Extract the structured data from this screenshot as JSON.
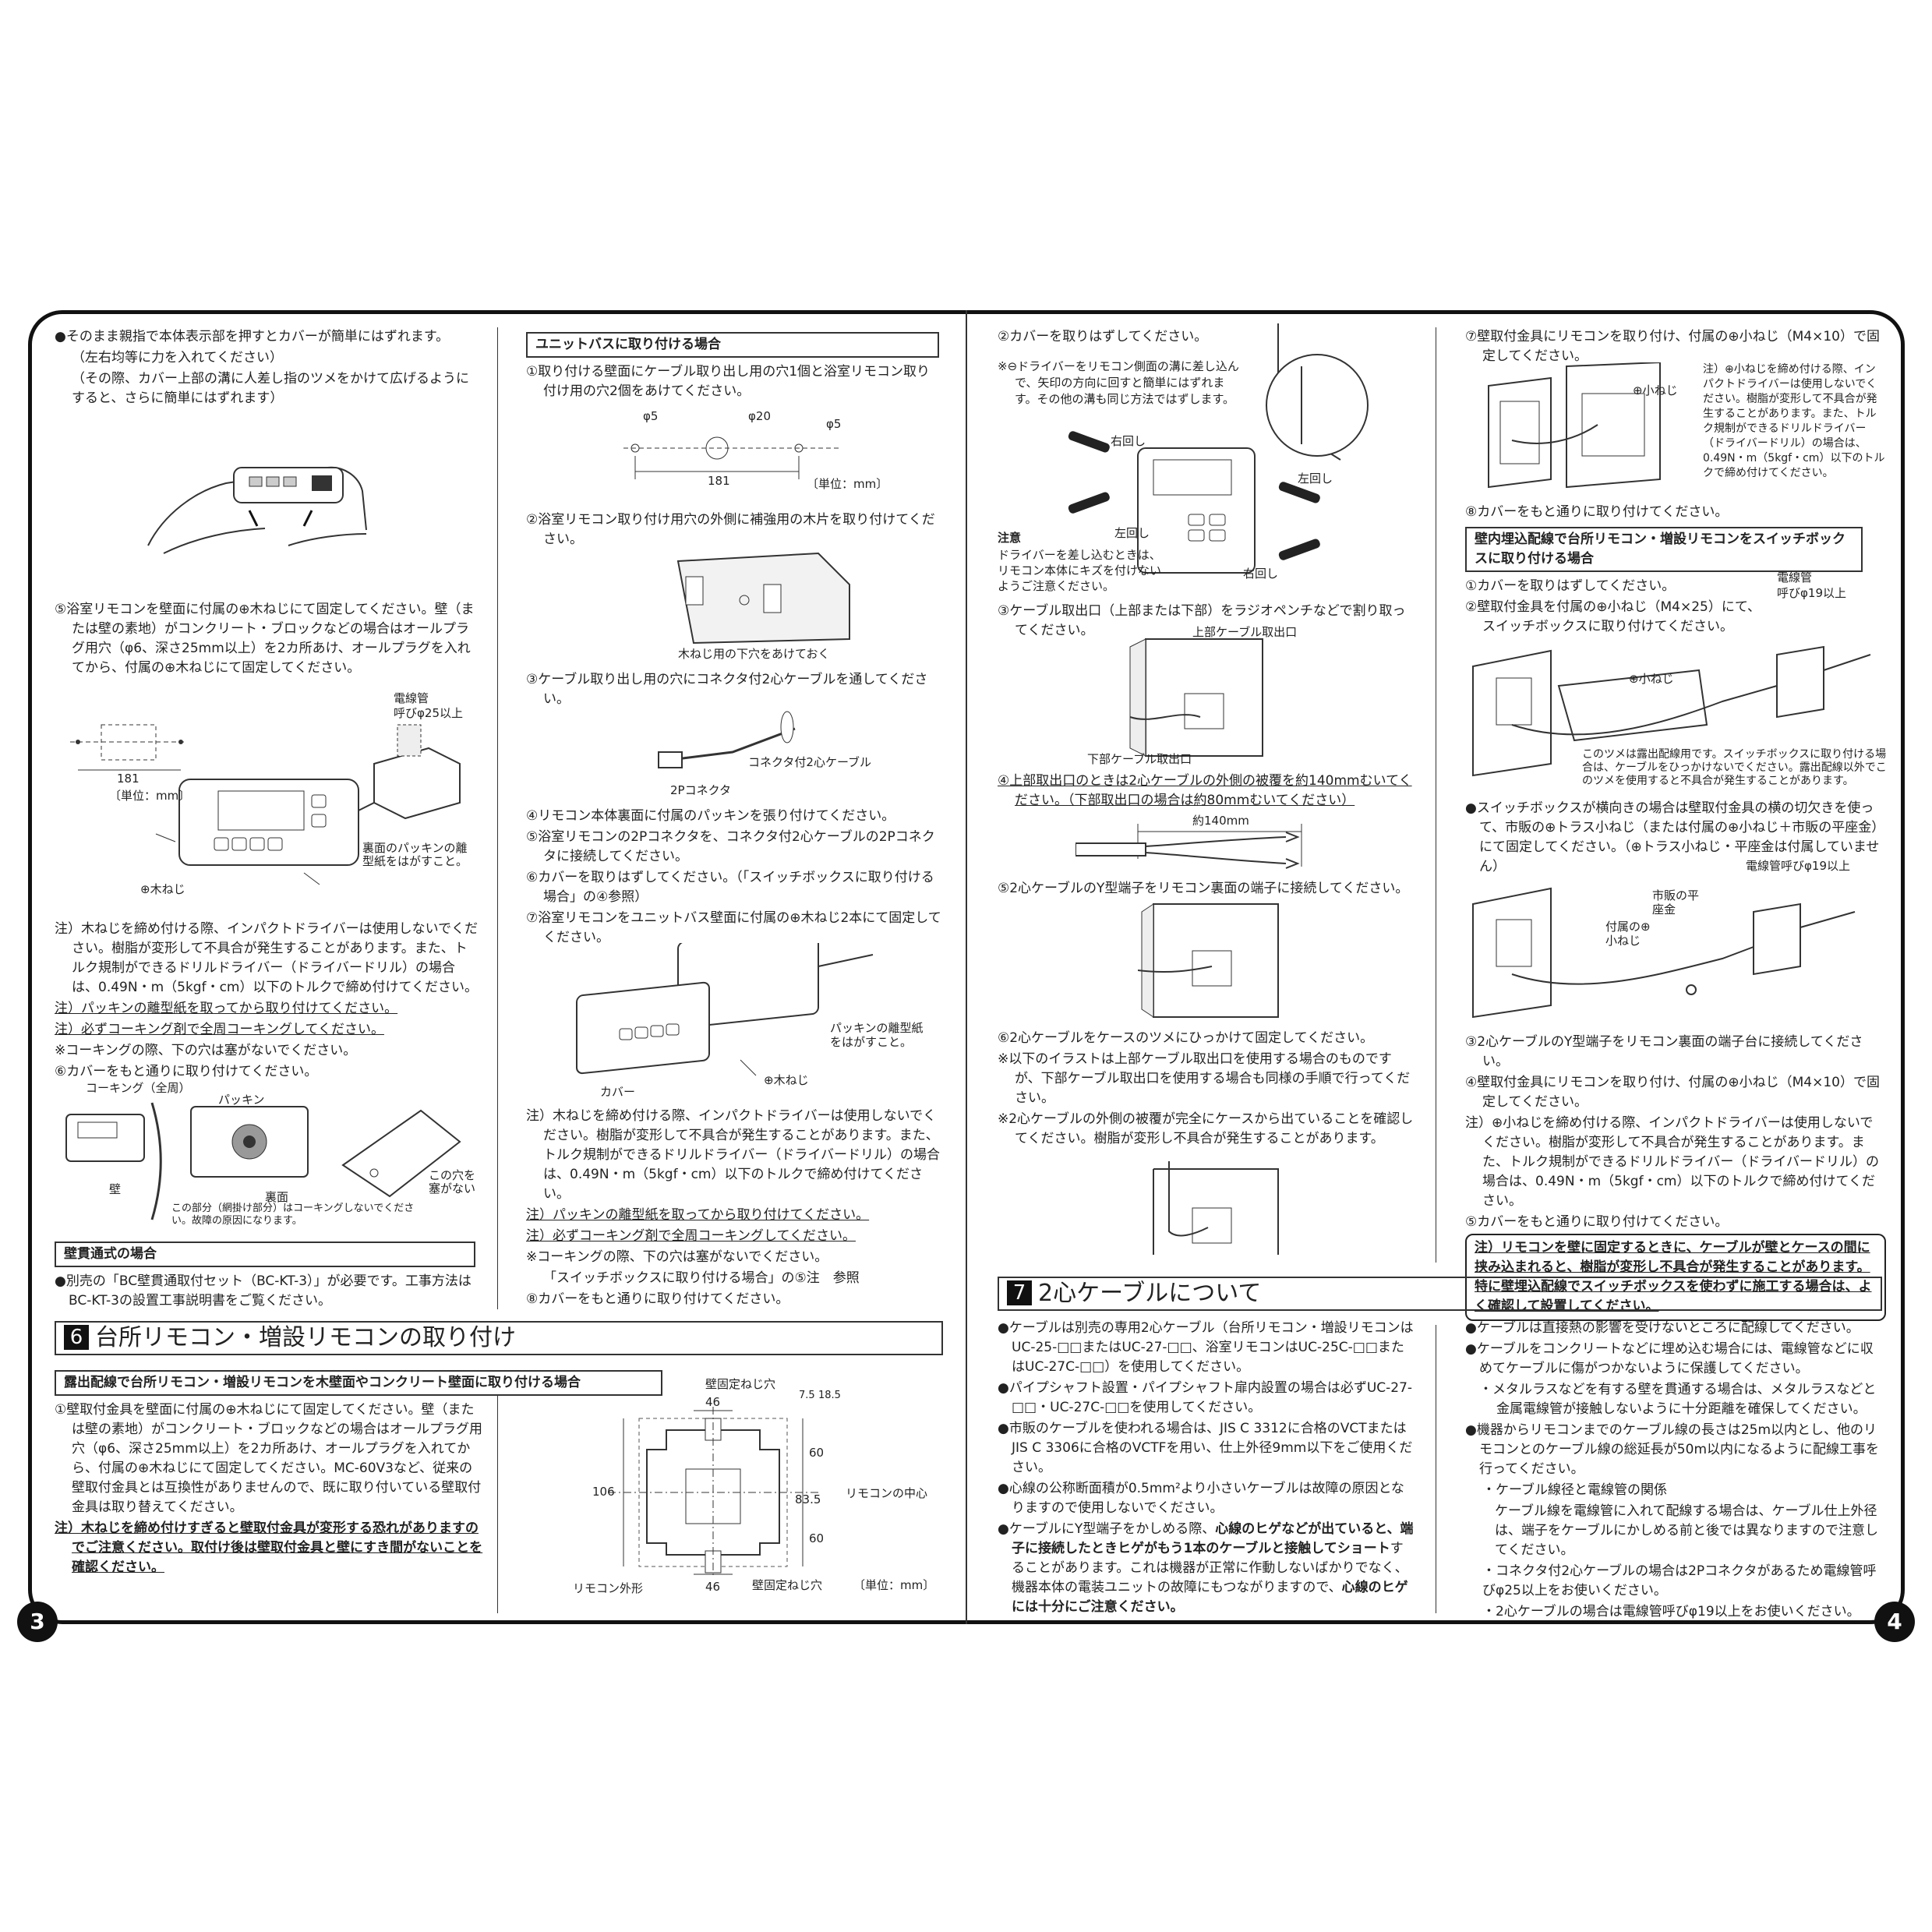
{
  "pages": {
    "left": "3",
    "right": "4"
  },
  "col1": {
    "bullet1": "●そのまま親指で本体表示部を押すとカバーが簡単にはずれます。",
    "bullet1_sub1": "（左右均等に力を入れてください）",
    "bullet1_sub2": "（その際、カバー上部の溝に人差し指のツメをかけて広げるようにすると、さらに簡単にはずれます）",
    "step5": "⑤浴室リモコンを壁面に付属の⊕木ねじにて固定してください。壁（または壁の素地）がコンクリート・ブロックなどの場合はオールプラグ用穴（φ6、深さ25mm以上）を2カ所あけ、オールプラグを入れてから、付属の⊕木ねじにて固定してください。",
    "fig_conduit": "電線管",
    "fig_conduit2": "呼びφ25以上",
    "fig_181": "181",
    "fig_unit": "〔単位：mm〕",
    "fig_screw": "⊕木ねじ",
    "fig_packing": "裏面のパッキンの離型紙をはがすこと。",
    "note1": "注）木ねじを締め付ける際、インパクトドライバーは使用しないでください。樹脂が変形して不具合が発生することがあります。また、トルク規制ができるドリルドライバー（ドライバードリル）の場合は、0.49N・m（5kgf・cm）以下のトルクで締め付けてください。",
    "note2": "注）パッキンの離型紙を取ってから取り付けてください。",
    "note3": "注）必ずコーキング剤で全周コーキングしてください。",
    "note4": "※コーキングの際、下の穴は塞がないでください。",
    "step6": "⑥カバーをもと通りに取り付けてください。",
    "fig_caulk": "コーキング（全周）",
    "fig_pack": "パッキン",
    "fig_wall": "壁",
    "fig_back": "裏面",
    "fig_mesh": "この部分（網掛け部分）はコーキングしないでください。故障の原因になります。",
    "fig_hole": "この穴を塞がない",
    "wallthru_title": "壁貫通式の場合",
    "wallthru_text": "●別売の「BC壁貫通取付セット（BC-KT-3）」が必要です。工事方法はBC-KT-3の設置工事説明書をご覧ください。"
  },
  "col2": {
    "title": "ユニットバスに取り付ける場合",
    "step1": "①取り付ける壁面にケーブル取り出し用の穴1個と浴室リモコン取り付け用の穴2個をあけてください。",
    "fig_phi5a": "φ5",
    "fig_phi20": "φ20",
    "fig_phi5b": "φ5",
    "fig_181": "181",
    "fig_unit": "〔単位：mm〕",
    "step2": "②浴室リモコン取り付け用穴の外側に補強用の木片を取り付けてください。",
    "fig_wood": "木ねじ用の下穴をあけておく",
    "step3": "③ケーブル取り出し用の穴にコネクタ付2心ケーブルを通してください。",
    "fig_cable": "コネクタ付2心ケーブル",
    "fig_2p": "2Pコネクタ",
    "step4": "④リモコン本体裏面に付属のパッキンを張り付けてください。",
    "step5": "⑤浴室リモコンの2Pコネクタを、コネクタ付2心ケーブルの2Pコネクタに接続してください。",
    "step6": "⑥カバーを取りはずしてください。（「スイッチボックスに取り付ける場合」の④参照）",
    "step7": "⑦浴室リモコンをユニットバス壁面に付属の⊕木ねじ2本にて固定してください。",
    "fig_packing": "パッキンの離型紙をはがすこと。",
    "fig_screw": "⊕木ねじ",
    "fig_cover": "カバー",
    "note1": "注）木ねじを締め付ける際、インパクトドライバーは使用しないでください。樹脂が変形して不具合が発生することがあります。また、トルク規制ができるドリルドライバー（ドライバードリル）の場合は、0.49N・m（5kgf・cm）以下のトルクで締め付けてください。",
    "note2": "注）パッキンの離型紙を取ってから取り付けてください。",
    "note3": "注）必ずコーキング剤で全周コーキングしてください。",
    "note4": "※コーキングの際、下の穴は塞がないでください。",
    "note5": "「スイッチボックスに取り付ける場合」の⑤注　参照",
    "step8": "⑧カバーをもと通りに取り付けてください。"
  },
  "sec6": {
    "badge": "6",
    "title": "台所リモコン・増設リモコンの取り付け",
    "sub": "露出配線で台所リモコン・増設リモコンを木壁面やコンクリート壁面に取り付ける場合",
    "step1": "①壁取付金具を壁面に付属の⊕木ねじにて固定してください。壁（または壁の素地）がコンクリート・ブロックなどの場合はオールプラグ用穴（φ6、深さ25mm以上）を2カ所あけ、オールプラグを入れてから、付属の⊕木ねじにて固定してください。MC-60V3など、従来の壁取付金具とは互換性がありませんので、既に取り付いている壁取付金具は取り替えてください。",
    "note": "注）木ねじを締め付けすぎると壁取付金具が変形する恐れがありますのでご注意ください。取付け後は壁取付金具と壁にすき間がないことを確認ください。",
    "fig_hole_top": "壁固定ねじ穴",
    "fig_46a": "46",
    "fig_75": "7.5",
    "fig_185": "18.5",
    "fig_60a": "60",
    "fig_835": "83.5",
    "fig_60b": "60",
    "fig_106": "106",
    "fig_center": "リモコンの中心",
    "fig_46b": "46",
    "fig_outline": "リモコン外形",
    "fig_hole_bot": "壁固定ねじ穴",
    "fig_unit": "〔単位：mm〕"
  },
  "col3": {
    "step2": "②カバーを取りはずしてください。",
    "note_driver": "※⊖ドライバーをリモコン側面の溝に差し込んで、矢印の方向に回すと簡単にはずれます。その他の溝も同じ方法ではずします。",
    "fig_right1": "右回し",
    "fig_left1": "左回し",
    "fig_left2": "左回し",
    "fig_right2": "右回し",
    "caution_title": "注意",
    "caution": "ドライバーを差し込むときは、リモコン本体にキズを付けないようご注意ください。",
    "step3": "③ケーブル取出口（上部または下部）をラジオペンチなどで割り取ってください。",
    "fig_top": "上部ケーブル取出口",
    "fig_bottom": "下部ケーブル取出口",
    "step4": "④上部取出口のときは2心ケーブルの外側の被覆を約140mmむいてください。（下部取出口の場合は約80mmむいてください）",
    "fig_140": "約140mm",
    "step5": "⑤2心ケーブルのY型端子をリモコン裏面の端子に接続してください。",
    "step6": "⑥2心ケーブルをケースのツメにひっかけて固定してください。",
    "note6a": "※以下のイラストは上部ケーブル取出口を使用する場合のものですが、下部ケーブル取出口を使用する場合も同様の手順で行ってください。",
    "note6b": "※2心ケーブルの外側の被覆が完全にケースから出ていることを確認してください。樹脂が変形し不具合が発生することがあります。"
  },
  "col4": {
    "step7": "⑦壁取付金具にリモコンを取り付け、付属の⊕小ねじ（M4×10）で固定してください。",
    "fig_note": "注）⊕小ねじを締め付ける際、インパクトドライバーは使用しないでください。樹脂が変形して不具合が発生することがあります。また、トルク規制ができるドリルドライバー（ドライバードリル）の場合は、0.49N・m（5kgf・cm）以下のトルクで締め付けてください。",
    "fig_screw": "⊕小ねじ",
    "step8": "⑧カバーをもと通りに取り付けてください。",
    "box_title": "壁内埋込配線で台所リモコン・増設リモコンをスイッチボックスに取り付ける場合",
    "b1": "①カバーを取りはずしてください。",
    "b2": "②壁取付金具を付属の⊕小ねじ（M4×25）にて、スイッチボックスに取り付けてください。",
    "fig_conduit": "電線管",
    "fig_conduit2": "呼びφ19以上",
    "fig_screw2": "⊕小ねじ",
    "fig_tab": "このツメは露出配線用です。スイッチボックスに取り付ける場合は、ケーブルをひっかけないでください。露出配線以外でこのツメを使用すると不具合が発生することがあります。",
    "bullet": "●スイッチボックスが横向きの場合は壁取付金具の横の切欠きを使って、市販の⊕トラス小ねじ（または付属の⊕小ねじ＋市販の平座金）にて固定してください。（⊕トラス小ねじ・平座金は付属していません）",
    "fig_conduit3": "電線管呼びφ19以上",
    "fig_washer": "市販の平座金",
    "fig_attached": "付属の⊕小ねじ",
    "b3": "③2心ケーブルのY型端子をリモコン裏面の端子台に接続してください。",
    "b4": "④壁取付金具にリモコンを取り付け、付属の⊕小ねじ（M4×10）で固定してください。",
    "note": "注）⊕小ねじを締め付ける際、インパクトドライバーは使用しないでください。樹脂が変形して不具合が発生することがあります。また、トルク規制ができるドリルドライバー（ドライバードリル）の場合は、0.49N・m（5kgf・cm）以下のトルクで締め付けてください。",
    "b5": "⑤カバーをもと通りに取り付けてください。",
    "warn": "注）リモコンを壁に固定するときに、ケーブルが壁とケースの間に挟み込まれると、樹脂が変形し不具合が発生することがあります。特に壁埋込配線でスイッチボックスを使わずに施工する場合は、よく確認して設置してください。"
  },
  "sec7": {
    "badge": "7",
    "title": "2心ケーブルについて",
    "l1": "●ケーブルは別売の専用2心ケーブル（台所リモコン・増設リモコンはUC-25-□□またはUC-27-□□、浴室リモコンはUC-25C-□□またはUC-27C-□□）を使用してください。",
    "l2": "●パイプシャフト設置・パイプシャフト扉内設置の場合は必ずUC-27-□□・UC-27C-□□を使用してください。",
    "l3": "●市販のケーブルを使われる場合は、JIS C 3312に合格のVCTまたはJIS C 3306に合格のVCTFを用い、仕上外径9mm以下をご使用ください。",
    "l4": "●心線の公称断面積が0.5mm²より小さいケーブルは故障の原因となりますので使用しないでください。",
    "l5a": "●ケーブルにY型端子をかしめる際、",
    "l5b": "心線のヒゲなどが出ていると、端子に接続したときヒゲがもう1本のケーブルと接触してショート",
    "l5c": "することがあります。これは機器が正常に作動しないばかりでなく、機器本体の電装ユニットの故障にもつながりますので、",
    "l5d": "心線のヒゲには十分にご注意ください。",
    "r1": "●ケーブルは直接熱の影響を受けないところに配線してください。",
    "r2": "●ケーブルをコンクリートなどに埋め込む場合には、電線管などに収めてケーブルに傷がつかないように保護してください。",
    "r3": "・メタルラスなどを有する壁を貫通する場合は、メタルラスなどと金属電線管が接触しないように十分距離を確保してください。",
    "r4": "●機器からリモコンまでのケーブル線の長さは25m以内とし、他のリモコンとのケーブル線の総延長が50m以内になるように配線工事を行ってください。",
    "r5": "・ケーブル線径と電線管の関係",
    "r6": "ケーブル線を電線管に入れて配線する場合は、ケーブル仕上外径は、端子をケーブルにかしめる前と後では異なりますので注意してください。",
    "r7": "・コネクタ付2心ケーブルの場合は2Pコネクタがあるため電線管呼びφ25以上をお使いください。",
    "r8": "・2心ケーブルの場合は電線管呼びφ19以上をお使いください。"
  }
}
